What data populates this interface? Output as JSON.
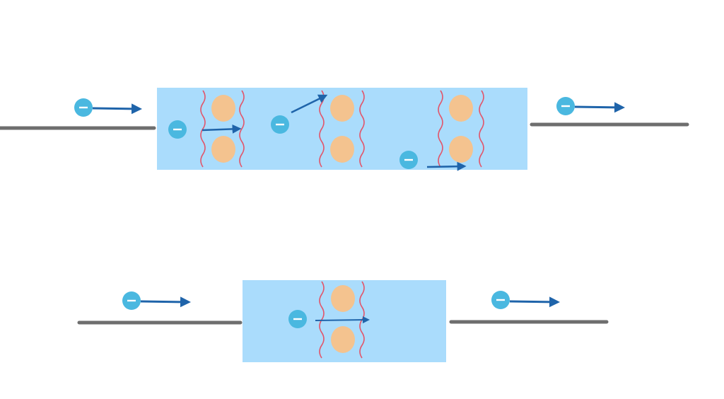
{
  "colors": {
    "background": "#ffffff",
    "wire": "#6e6e6e",
    "conductor": "#aadcfc",
    "ion": "#f4c38f",
    "vibration": "#e2556a",
    "electron": "#4ab8e0",
    "electron_sign": "#ffffff",
    "arrow": "#1f64aa"
  },
  "icons": {
    "electron": "electron-icon",
    "motion_arrow": "arrow-right-icon",
    "vibration": "wavy-line-icon",
    "ion": "ion-icon"
  },
  "diagrams": [
    {
      "name": "long-conductor",
      "ion_pairs": 3,
      "vibration_lines_per_pair": 2
    },
    {
      "name": "short-conductor",
      "ion_pairs": 1,
      "vibration_lines_per_pair": 2
    }
  ]
}
